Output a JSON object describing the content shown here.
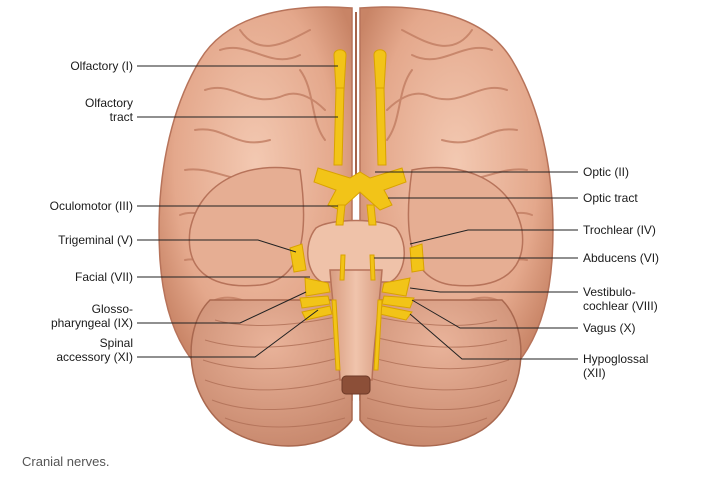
{
  "labels_left": [
    {
      "id": "olfactory",
      "lines": [
        "Olfactory (I)"
      ]
    },
    {
      "id": "olfactory-tract",
      "lines": [
        "Olfactory",
        "tract"
      ]
    },
    {
      "id": "oculomotor",
      "lines": [
        "Oculomotor (III)"
      ]
    },
    {
      "id": "trigeminal",
      "lines": [
        "Trigeminal (V)"
      ]
    },
    {
      "id": "facial",
      "lines": [
        "Facial (VII)"
      ]
    },
    {
      "id": "glossopharyngeal",
      "lines": [
        "Glosso-",
        "pharyngeal (IX)"
      ]
    },
    {
      "id": "spinal-accessory",
      "lines": [
        "Spinal",
        "accessory (XI)"
      ]
    }
  ],
  "labels_right": [
    {
      "id": "optic",
      "lines": [
        "Optic (II)"
      ]
    },
    {
      "id": "optic-tract",
      "lines": [
        "Optic tract"
      ]
    },
    {
      "id": "trochlear",
      "lines": [
        "Trochlear (IV)"
      ]
    },
    {
      "id": "abducens",
      "lines": [
        "Abducens (VI)"
      ]
    },
    {
      "id": "vestibulocochlear",
      "lines": [
        "Vestibulo-",
        "cochlear (VIII)"
      ]
    },
    {
      "id": "vagus",
      "lines": [
        "Vagus (X)"
      ]
    },
    {
      "id": "hypoglossal",
      "lines": [
        "Hypoglossal",
        "(XII)"
      ]
    }
  ],
  "caption": "Cranial nerves.",
  "colors": {
    "brain": "#e8b49a",
    "brain_shadow": "#c98a70",
    "brain_dark": "#a9684f",
    "nerve": "#f2c418",
    "nerve_dark": "#d9a200",
    "leader_line": "#222222"
  }
}
